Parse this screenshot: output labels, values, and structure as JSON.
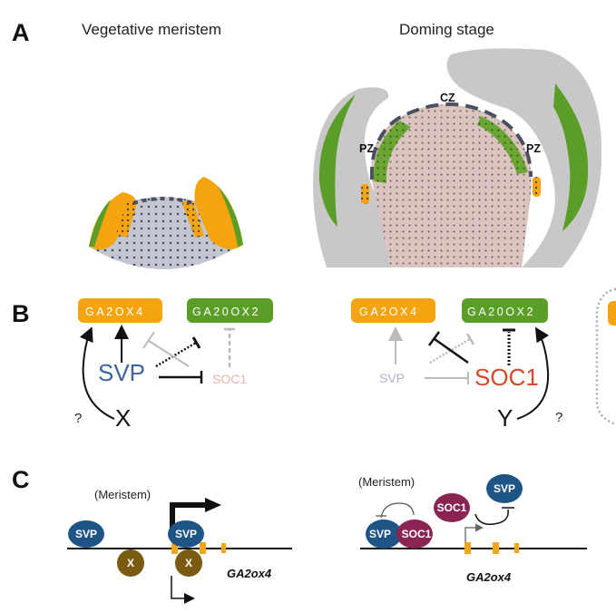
{
  "colors": {
    "orange": "#F5A40F",
    "green": "#5A9E27",
    "gray_tissue": "#C8C8C8",
    "dot_blue": "#3D4E73",
    "dome_pink": "#D9C4BE",
    "svp_blue": "#3F63A0",
    "soc1_red": "#D8462B",
    "soc1_faded": "#E6B3A8",
    "svp_faded": "#A9B4CB",
    "protein_svp": "#1E5486",
    "protein_soc1": "#8A2553",
    "protein_x": "#7B5A12",
    "exon": "#F2A516"
  },
  "panel_a": {
    "letter": "A",
    "left_title": "Vegetative meristem",
    "right_title": "Doming stage",
    "zones": {
      "cz": "CZ",
      "pz_left": "PZ",
      "pz_right": "PZ"
    }
  },
  "panel_b": {
    "letter": "B",
    "left": {
      "gene1": "GA2OX4",
      "gene2": "GA20OX2",
      "svp": "SVP",
      "soc1": "SOC1",
      "factor": "X",
      "question": "?"
    },
    "right": {
      "gene1": "GA2OX4",
      "gene2": "GA20OX2",
      "svp": "SVP",
      "soc1": "SOC1",
      "factor": "Y",
      "question": "?"
    }
  },
  "panel_c": {
    "letter": "C",
    "left": {
      "context": "(Meristem)",
      "proteins": [
        "SVP",
        "SVP",
        "X",
        "X"
      ],
      "gene": "GA2ox4"
    },
    "right": {
      "context": "(Meristem)",
      "proteins": [
        "SVP",
        "SOC1",
        "SOC1",
        "SVP"
      ],
      "gene": "GA2ox4"
    }
  }
}
